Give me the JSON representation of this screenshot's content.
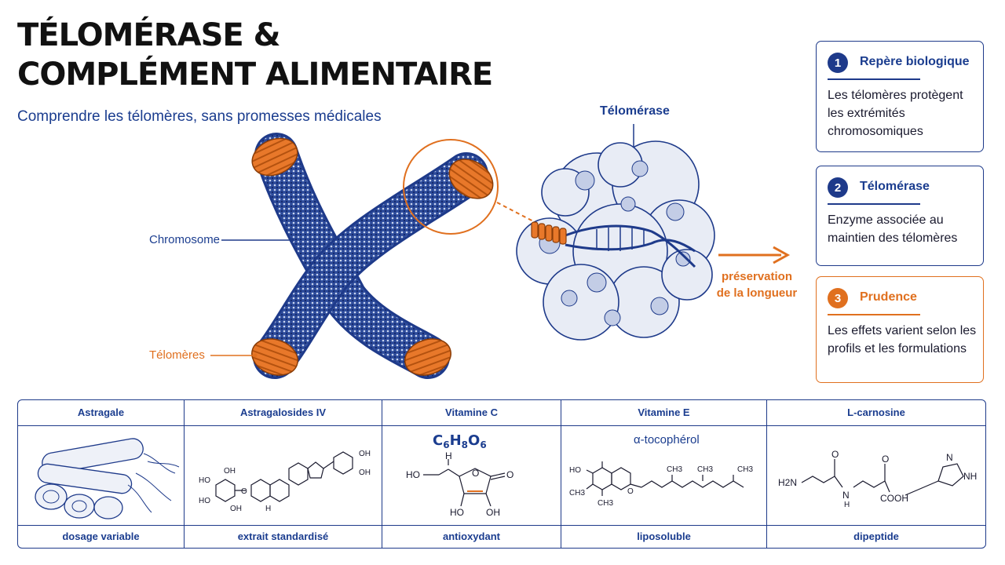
{
  "title": {
    "line1": "TÉLOMÉRASE &",
    "line2": "COMPLÉMENT ALIMENTAIRE"
  },
  "subtitle": "Comprendre les télomères, sans promesses médicales",
  "diagram": {
    "chromosome_label": "Chromosome",
    "telomeres_label": "Télomères",
    "enzyme_label": "Télomérase",
    "preservation_line1": "préservation",
    "preservation_line2": "de la longueur"
  },
  "cards": [
    {
      "num": "1",
      "title": "Repère biologique",
      "body": "Les télomères protègent les extrémités chromosomiques"
    },
    {
      "num": "2",
      "title": "Télomérase",
      "body": "Enzyme associée au maintien des télomères"
    },
    {
      "num": "3",
      "title": "Prudence",
      "body": "Les effets varient selon les profils et les formulations"
    }
  ],
  "table": {
    "columns": [
      {
        "header": "Astragale",
        "footer": "dosage variable"
      },
      {
        "header": "Astragalosides IV",
        "footer": "extrait standardisé"
      },
      {
        "header": "Vitamine C",
        "footer": "antioxydant"
      },
      {
        "header": "Vitamine E",
        "footer": "liposoluble"
      },
      {
        "header": "L-carnosine",
        "footer": "dipeptide"
      }
    ],
    "vitc_formula": "C6H8O6",
    "vite_name": "α-tocophérol",
    "chem": {
      "ho": "HO",
      "oh": "OH",
      "h": "H",
      "o": "O",
      "ch3": "CH3",
      "h2n": "H2N",
      "n": "N",
      "nh": "NH",
      "cooh": "COOH"
    }
  },
  "colors": {
    "navy": "#1e3a8a",
    "orange": "#e0701f"
  }
}
